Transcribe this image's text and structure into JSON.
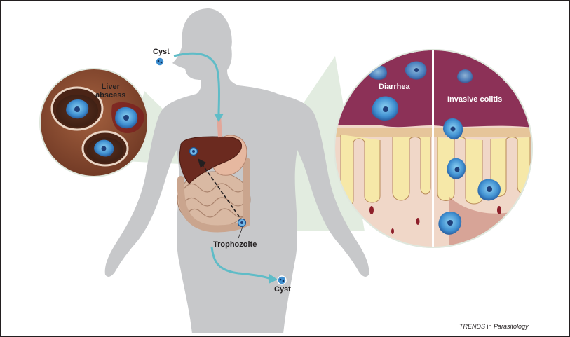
{
  "labels": {
    "cyst_top": "Cyst",
    "liver_abscess_line1": "Liver",
    "liver_abscess_line2": "abscess",
    "trophozoite": "Trophozoite",
    "cyst_bottom": "Cyst",
    "diarrhea": "Diarrhea",
    "invasive_colitis": "Invasive colitis"
  },
  "footer": {
    "journal_prefix": "TRENDS",
    "journal_in": " in ",
    "journal_name": "Parasitology"
  },
  "colors": {
    "silhouette": "#c7c8ca",
    "arrow": "#5fbcc7",
    "liver": "#6b2a1f",
    "intestine": "#d9b9a3",
    "lumen": "#8c3157",
    "tissue": "#f0d7c8",
    "callout": "#d8e6d6",
    "trophozoite": "#3f8fd0"
  }
}
